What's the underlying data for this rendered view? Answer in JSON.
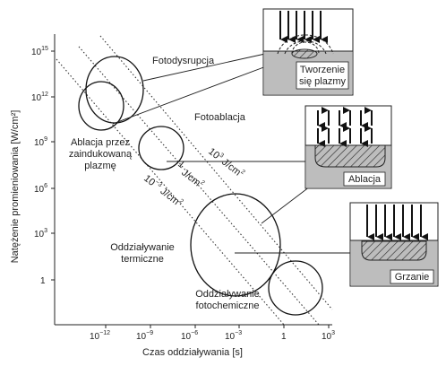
{
  "axes": {
    "xlabel": "Czas oddziaływania [s]",
    "ylabel": "Natężenie promieniowania [W/cm²]",
    "x_ticks": [
      {
        "base": "10",
        "exp": "−12"
      },
      {
        "base": "10",
        "exp": "−9"
      },
      {
        "base": "10",
        "exp": "−6"
      },
      {
        "base": "10",
        "exp": "−3"
      },
      {
        "base": "1",
        "exp": ""
      },
      {
        "base": "10",
        "exp": "3"
      }
    ],
    "y_ticks": [
      {
        "base": "10",
        "exp": "15"
      },
      {
        "base": "10",
        "exp": "12"
      },
      {
        "base": "10",
        "exp": "9"
      },
      {
        "base": "10",
        "exp": "6"
      },
      {
        "base": "10",
        "exp": "3"
      },
      {
        "base": "1",
        "exp": ""
      }
    ]
  },
  "fluence_lines": [
    {
      "base": "10",
      "exp": "3",
      "unit_base": " J/cm",
      "unit_exp": "2"
    },
    {
      "base": "1",
      "exp": "",
      "unit_base": " J/cm",
      "unit_exp": "2"
    },
    {
      "base": "10",
      "exp": "−3",
      "unit_base": " J/cm",
      "unit_exp": "2"
    }
  ],
  "regions": {
    "fotodysrupcja": "Fotodysrupcja",
    "ablacja_plazma": [
      "Ablacja przez",
      "zaindukowaną",
      "plazmę"
    ],
    "fotoablacja": "Fotoablacja",
    "termiczne": [
      "Oddziaływanie",
      "termiczne"
    ],
    "fotochemiczne": [
      "Oddziaływanie",
      "fotochemiczne"
    ]
  },
  "insets": {
    "plasma": [
      "Tworzenie",
      "się plazmy"
    ],
    "ablation": "Ablacja",
    "heating": "Grzanie"
  }
}
